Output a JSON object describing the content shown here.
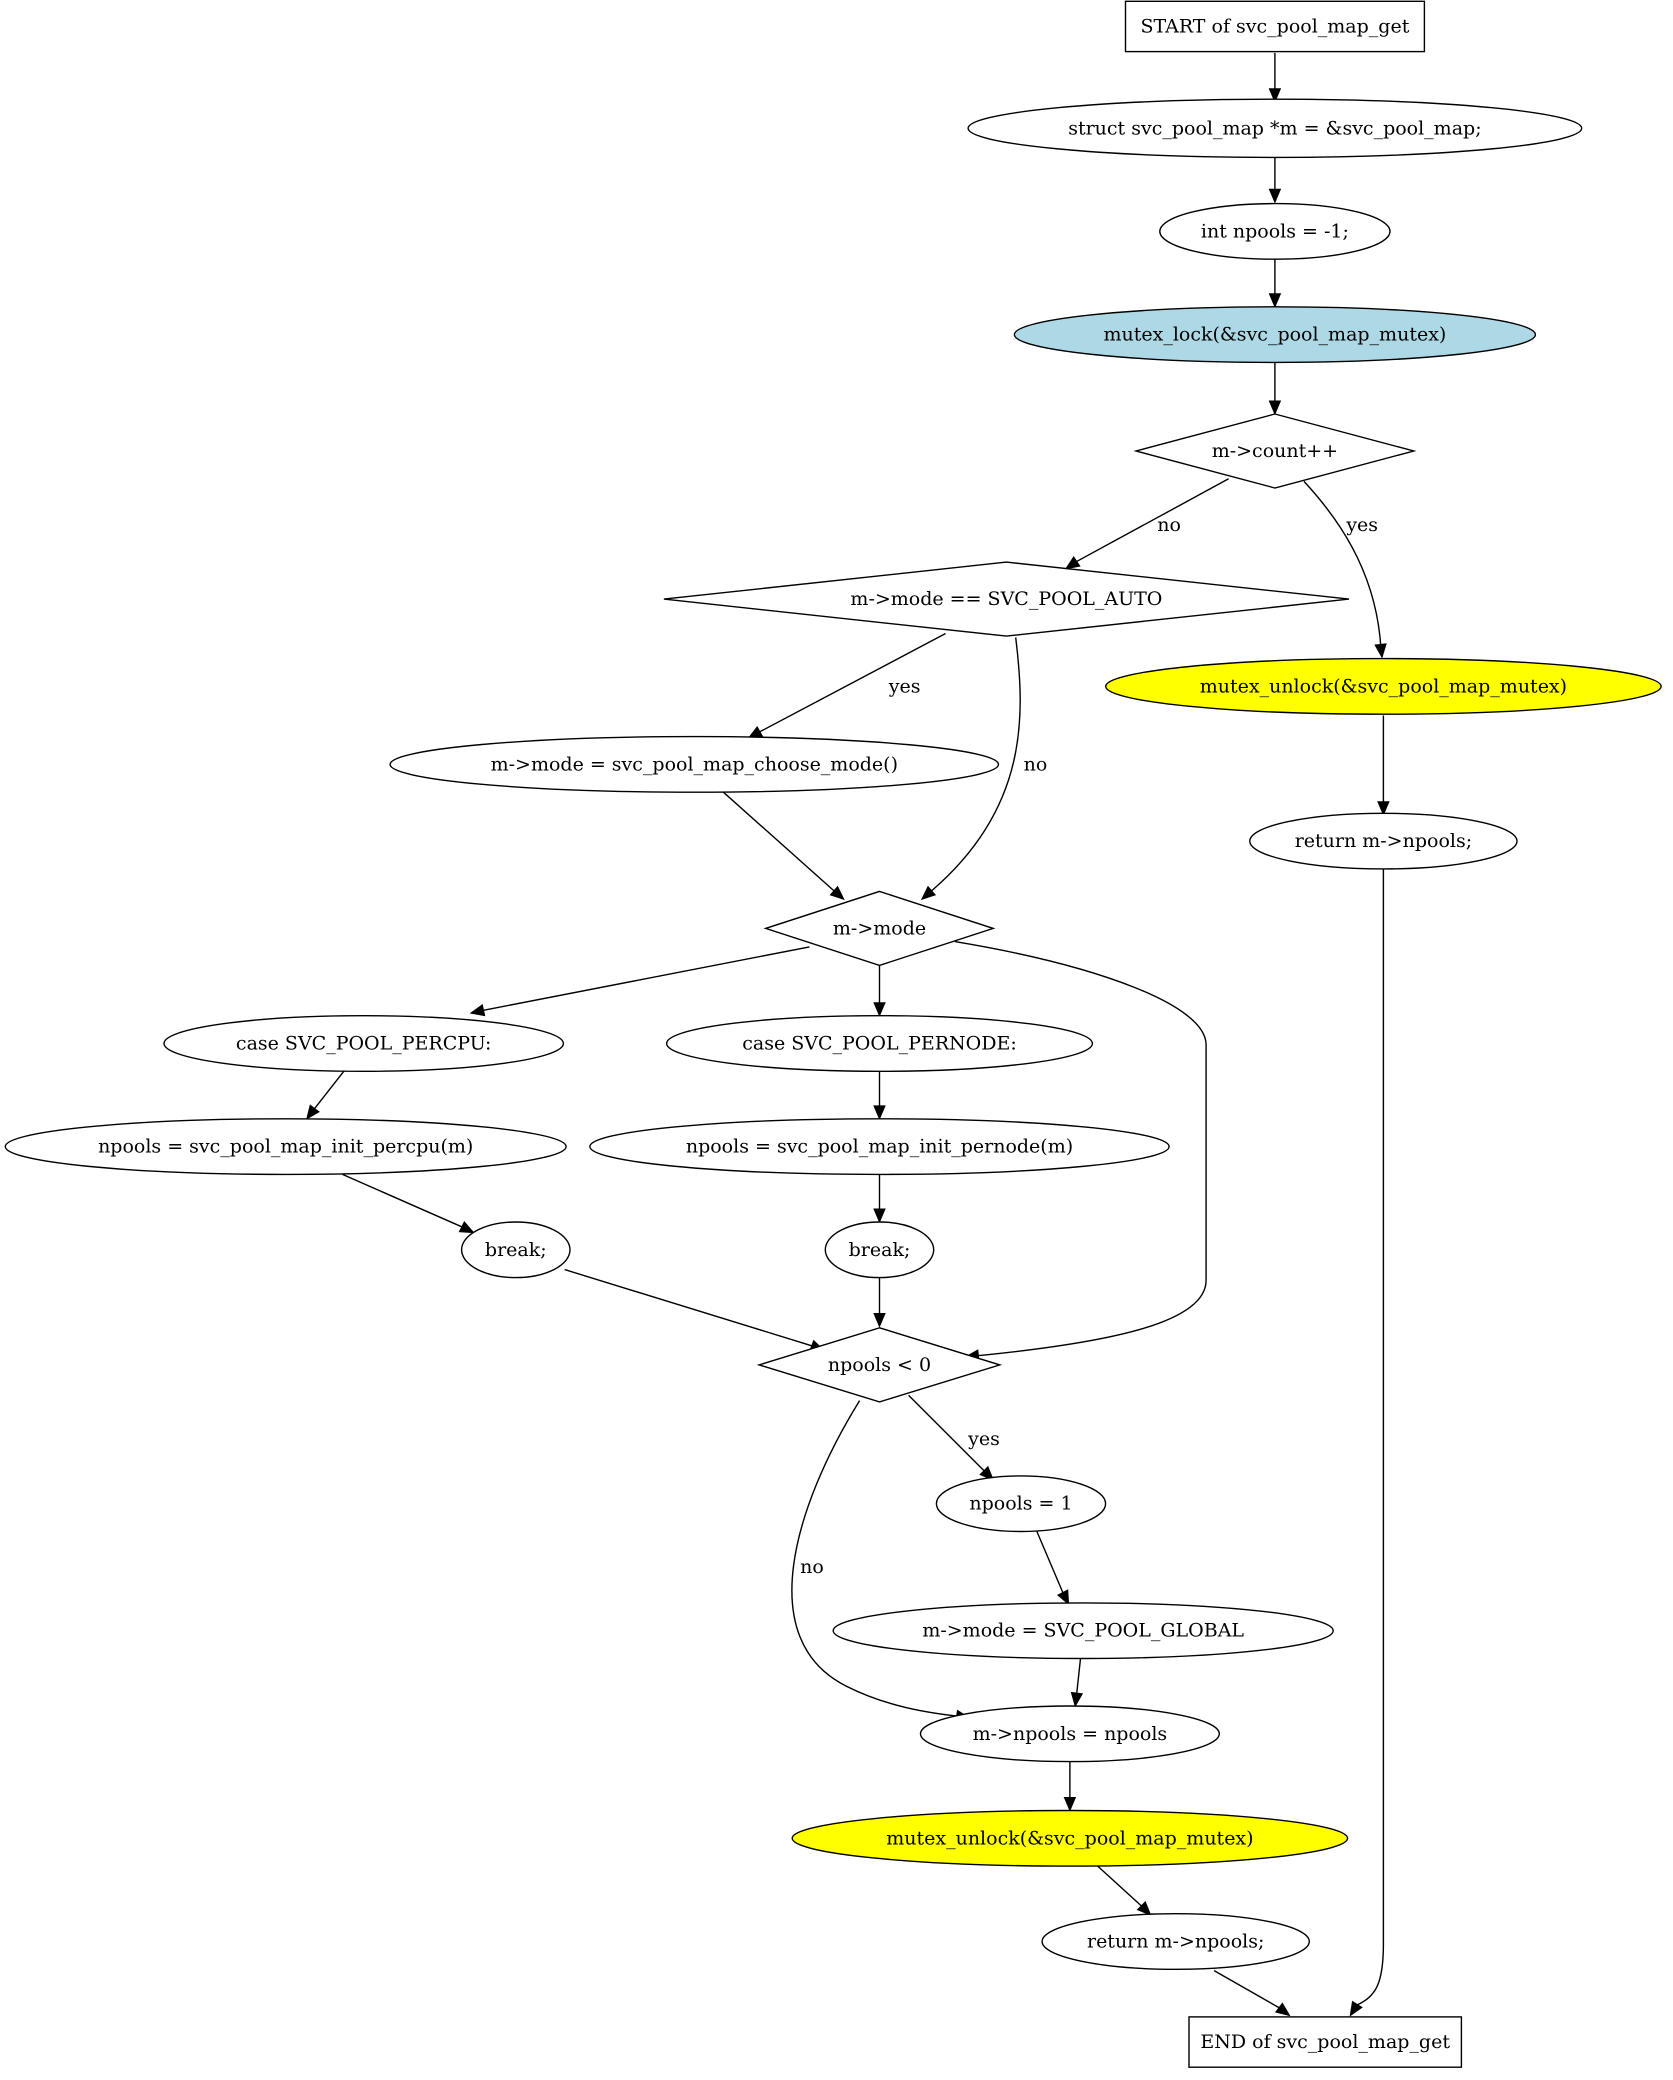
{
  "colors": {
    "default_fill": "#ffffff",
    "lock_fill": "#add8e6",
    "unlock_fill": "#ffff00",
    "stroke": "#000000"
  },
  "nodes": {
    "start": {
      "label": "START of svc_pool_map_get",
      "shape": "box",
      "fill": "#ffffff"
    },
    "decl_m": {
      "label": "struct svc_pool_map *m = &svc_pool_map;",
      "shape": "ellipse",
      "fill": "#ffffff"
    },
    "decl_npools": {
      "label": "int npools = -1;",
      "shape": "ellipse",
      "fill": "#ffffff"
    },
    "lock": {
      "label": "mutex_lock(&svc_pool_map_mutex)",
      "shape": "ellipse",
      "fill": "#add8e6"
    },
    "count_check": {
      "label": "m->count++",
      "shape": "diamond",
      "fill": "#ffffff"
    },
    "mode_auto_check": {
      "label": "m->mode == SVC_POOL_AUTO",
      "shape": "diamond",
      "fill": "#ffffff"
    },
    "unlock_early": {
      "label": "mutex_unlock(&svc_pool_map_mutex)",
      "shape": "ellipse",
      "fill": "#ffff00"
    },
    "choose_mode": {
      "label": "m->mode = svc_pool_map_choose_mode()",
      "shape": "ellipse",
      "fill": "#ffffff"
    },
    "return_early": {
      "label": "return m->npools;",
      "shape": "ellipse",
      "fill": "#ffffff"
    },
    "mode_switch": {
      "label": "m->mode",
      "shape": "diamond",
      "fill": "#ffffff"
    },
    "case_percpu": {
      "label": "case SVC_POOL_PERCPU:",
      "shape": "ellipse",
      "fill": "#ffffff"
    },
    "case_pernode": {
      "label": "case SVC_POOL_PERNODE:",
      "shape": "ellipse",
      "fill": "#ffffff"
    },
    "init_percpu": {
      "label": "npools = svc_pool_map_init_percpu(m)",
      "shape": "ellipse",
      "fill": "#ffffff"
    },
    "init_pernode": {
      "label": "npools = svc_pool_map_init_pernode(m)",
      "shape": "ellipse",
      "fill": "#ffffff"
    },
    "break_percpu": {
      "label": "break;",
      "shape": "ellipse",
      "fill": "#ffffff"
    },
    "break_pernode": {
      "label": "break;",
      "shape": "ellipse",
      "fill": "#ffffff"
    },
    "npools_check": {
      "label": "npools < 0",
      "shape": "diamond",
      "fill": "#ffffff"
    },
    "npools_one": {
      "label": "npools = 1",
      "shape": "ellipse",
      "fill": "#ffffff"
    },
    "mode_global": {
      "label": "m->mode = SVC_POOL_GLOBAL",
      "shape": "ellipse",
      "fill": "#ffffff"
    },
    "assign_npools": {
      "label": "m->npools = npools",
      "shape": "ellipse",
      "fill": "#ffffff"
    },
    "unlock_final": {
      "label": "mutex_unlock(&svc_pool_map_mutex)",
      "shape": "ellipse",
      "fill": "#ffff00"
    },
    "return_final": {
      "label": "return m->npools;",
      "shape": "ellipse",
      "fill": "#ffffff"
    },
    "end": {
      "label": "END of svc_pool_map_get",
      "shape": "box",
      "fill": "#ffffff"
    }
  },
  "edges": [
    {
      "id": "e1",
      "from": "start",
      "to": "decl_m",
      "label": ""
    },
    {
      "id": "e2",
      "from": "decl_m",
      "to": "decl_npools",
      "label": ""
    },
    {
      "id": "e3",
      "from": "decl_npools",
      "to": "lock",
      "label": ""
    },
    {
      "id": "e4",
      "from": "lock",
      "to": "count_check",
      "label": ""
    },
    {
      "id": "e5",
      "from": "count_check",
      "to": "mode_auto_check",
      "label": "no"
    },
    {
      "id": "e6",
      "from": "count_check",
      "to": "unlock_early",
      "label": "yes"
    },
    {
      "id": "e7",
      "from": "mode_auto_check",
      "to": "choose_mode",
      "label": "yes"
    },
    {
      "id": "e8",
      "from": "mode_auto_check",
      "to": "mode_switch",
      "label": "no"
    },
    {
      "id": "e9",
      "from": "unlock_early",
      "to": "return_early",
      "label": ""
    },
    {
      "id": "e10",
      "from": "choose_mode",
      "to": "mode_switch",
      "label": ""
    },
    {
      "id": "e11",
      "from": "return_early",
      "to": "end",
      "label": ""
    },
    {
      "id": "e12",
      "from": "mode_switch",
      "to": "case_percpu",
      "label": ""
    },
    {
      "id": "e13",
      "from": "mode_switch",
      "to": "case_pernode",
      "label": ""
    },
    {
      "id": "e14",
      "from": "mode_switch",
      "to": "npools_check",
      "label": ""
    },
    {
      "id": "e15",
      "from": "case_percpu",
      "to": "init_percpu",
      "label": ""
    },
    {
      "id": "e16",
      "from": "case_pernode",
      "to": "init_pernode",
      "label": ""
    },
    {
      "id": "e17",
      "from": "init_percpu",
      "to": "break_percpu",
      "label": ""
    },
    {
      "id": "e18",
      "from": "init_pernode",
      "to": "break_pernode",
      "label": ""
    },
    {
      "id": "e19",
      "from": "break_percpu",
      "to": "npools_check",
      "label": ""
    },
    {
      "id": "e20",
      "from": "break_pernode",
      "to": "npools_check",
      "label": ""
    },
    {
      "id": "e21",
      "from": "npools_check",
      "to": "npools_one",
      "label": "yes"
    },
    {
      "id": "e22",
      "from": "npools_check",
      "to": "assign_npools",
      "label": "no"
    },
    {
      "id": "e23",
      "from": "npools_one",
      "to": "mode_global",
      "label": ""
    },
    {
      "id": "e24",
      "from": "mode_global",
      "to": "assign_npools",
      "label": ""
    },
    {
      "id": "e25",
      "from": "assign_npools",
      "to": "unlock_final",
      "label": ""
    },
    {
      "id": "e26",
      "from": "unlock_final",
      "to": "return_final",
      "label": ""
    },
    {
      "id": "e27",
      "from": "return_final",
      "to": "end",
      "label": ""
    }
  ]
}
